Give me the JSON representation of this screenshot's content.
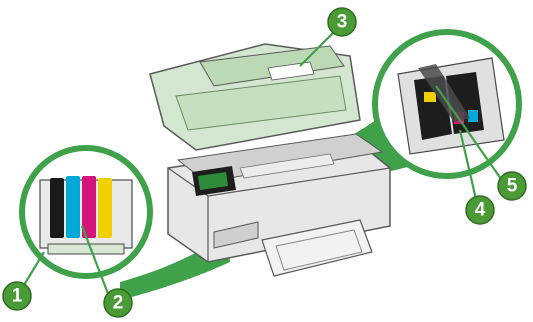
{
  "colors": {
    "callout_fill": "#4a9a35",
    "callout_stroke": "#2f6d22",
    "pointer_green": "#3fa24a",
    "printer_body": "#e7e7e7",
    "printer_outline": "#5a5a5a",
    "scanner_lid": "#d3e6cf",
    "cartridge_cyan": "#00a8d8",
    "cartridge_magenta": "#d4147a",
    "cartridge_yellow": "#f0d000",
    "cartridge_black": "#1a1a1a"
  },
  "callouts": [
    {
      "number": "1"
    },
    {
      "number": "2"
    },
    {
      "number": "3"
    },
    {
      "number": "4"
    },
    {
      "number": "5"
    }
  ],
  "icons": [
    "printer-illustration",
    "ink-cartridge-zoom-icon",
    "printhead-zoom-icon"
  ]
}
